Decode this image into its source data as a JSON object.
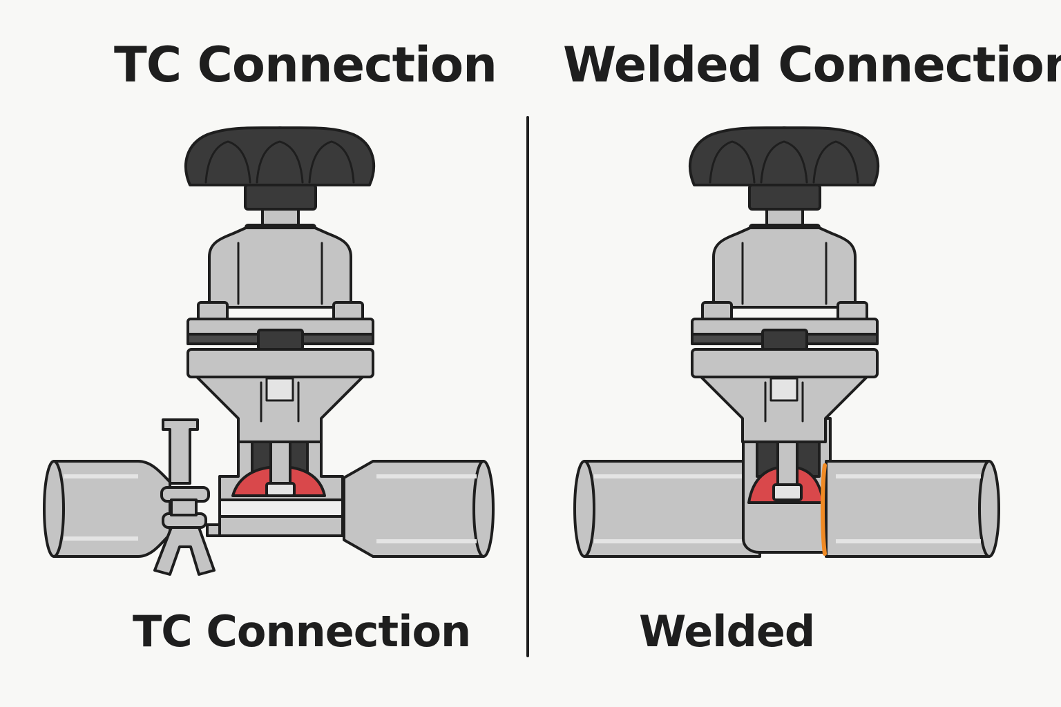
{
  "panels": {
    "left": {
      "title": "TC Connection",
      "caption": "TC Connection"
    },
    "right": {
      "title": "Welded Connection",
      "caption": "Welded"
    }
  },
  "icons": {
    "handwheel": "handwheel-icon",
    "bonnet": "bonnet-icon",
    "diaphragm": "diaphragm-icon",
    "tri_clamp": "tri-clamp-icon",
    "weld_seam": "weld-seam-icon"
  },
  "colors": {
    "background": "#f8f8f6",
    "outline": "#1e1e1e",
    "steel": "#c4c4c4",
    "steel_light": "#e4e4e4",
    "handwheel": "#3a3a3a",
    "diaphragm": "#d9484b",
    "weld": "#f08a24"
  }
}
